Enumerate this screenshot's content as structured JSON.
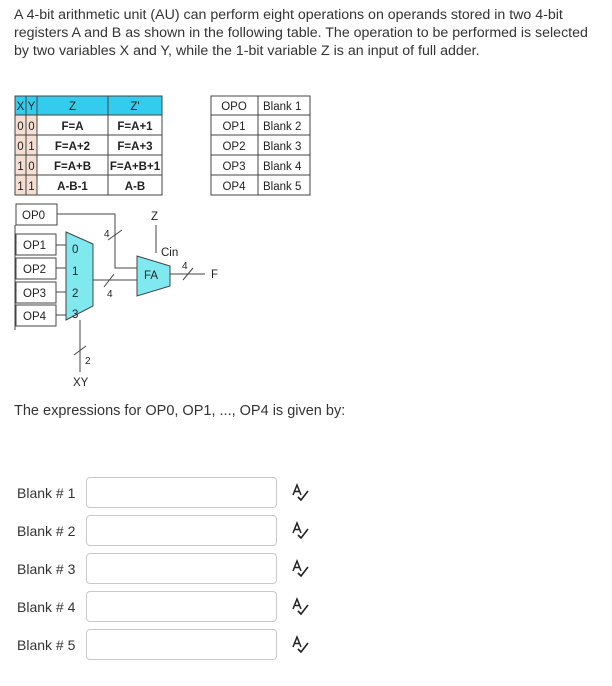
{
  "question": "A 4-bit arithmetic unit (AU) can perform eight operations on operands stored in two 4-bit registers A and B as shown in the following table. The operation to be performed is selected by two variables X and Y, while the 1-bit variable Z is an input of full adder.",
  "op_table": {
    "headers": [
      "X",
      "Y",
      "Z",
      "Z'"
    ],
    "rows": [
      [
        "0",
        "0",
        "F=A",
        "F=A+1"
      ],
      [
        "0",
        "1",
        "F=A+2",
        "F=A+3"
      ],
      [
        "1",
        "0",
        "F=A+B",
        "F=A+B+1"
      ],
      [
        "1",
        "1",
        "A-B-1",
        "A-B"
      ]
    ],
    "header_color": "#33ccee",
    "xy_cell_color": "#f5dfd3"
  },
  "blank_table": [
    [
      "OPO",
      "Blank 1"
    ],
    [
      "OP1",
      "Blank 2"
    ],
    [
      "OP2",
      "Blank 3"
    ],
    [
      "OP3",
      "Blank 4"
    ],
    [
      "OP4",
      "Blank 5"
    ]
  ],
  "circuit": {
    "op0_label": "OP0",
    "op_labels": [
      "OP1",
      "OP2",
      "OP3",
      "OP4"
    ],
    "mux_inputs": [
      "0",
      "1",
      "2",
      "3"
    ],
    "z_label": "Z",
    "cin_label": "Cin",
    "fa_label": "FA",
    "f_label": "F",
    "bus_width_top": "4",
    "bus_width_mux": "4",
    "bus_width_out": "4",
    "select_width": "2",
    "select_label": "XY",
    "mux_color": "#7fe9ef",
    "fa_color": "#7fe9ef"
  },
  "expression_text": "The expressions for OP0, OP1, ..., OP4 is given by:",
  "blanks": [
    {
      "label": "Blank # 1",
      "value": ""
    },
    {
      "label": "Blank # 2",
      "value": ""
    },
    {
      "label": "Blank # 3",
      "value": ""
    },
    {
      "label": "Blank # 4",
      "value": ""
    },
    {
      "label": "Blank # 5",
      "value": ""
    }
  ],
  "icons": {
    "spellcheck": "spellcheck-icon"
  }
}
